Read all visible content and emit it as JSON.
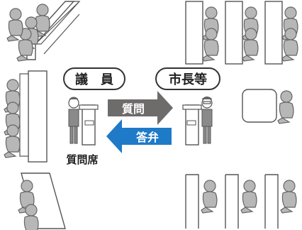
{
  "labels": {
    "councilor": "議　員",
    "mayor": "市長等",
    "question": "質問",
    "answer": "答弁",
    "question_seat": "質問席"
  },
  "colors": {
    "question_arrow": "#6e6b6b",
    "answer_arrow": "#1f7ac8",
    "person": "#b7b7b7",
    "outline": "#555555"
  }
}
